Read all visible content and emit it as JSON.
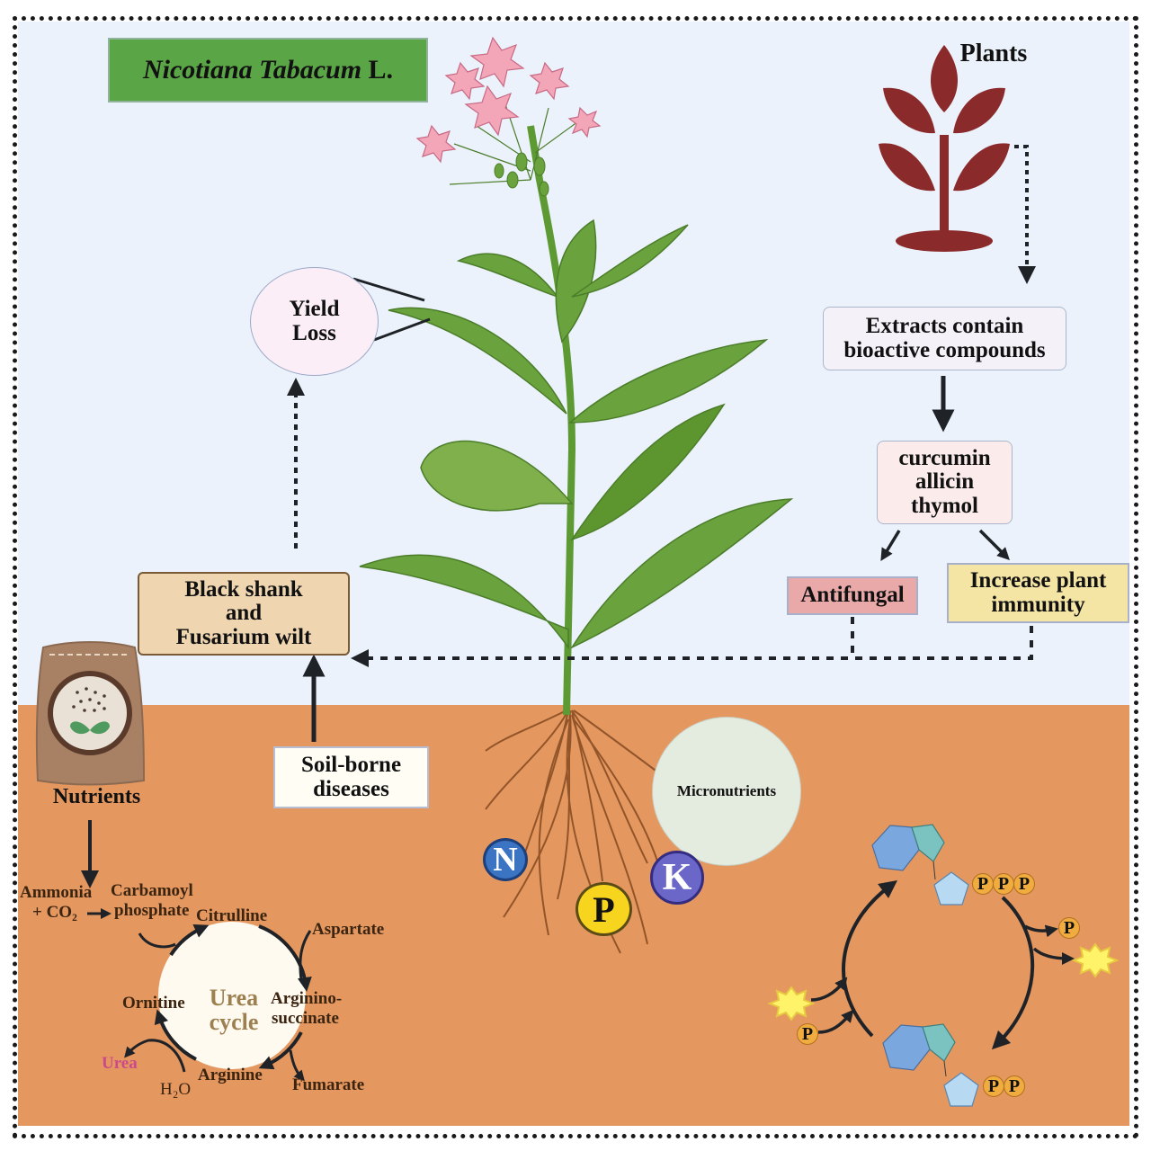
{
  "title": {
    "species_italic": "Nicotiana Tabacum",
    "authority": "L.",
    "background_color": "#5aa646"
  },
  "plants_panel": {
    "heading": "Plants",
    "icon": "plant-sprout-icon",
    "icon_color": "#8b2a2a"
  },
  "flow": {
    "extracts": "Extracts contain bioactive compounds",
    "compounds": [
      "curcumin",
      "allicin",
      "thymol"
    ],
    "outcomes": {
      "antifungal": "Antifungal",
      "immunity": "Increase plant immunity"
    }
  },
  "disease": {
    "yield_loss": "Yield Loss",
    "diseases": [
      "Black shank",
      "and",
      "Fusarium wilt"
    ],
    "soil_borne": "Soil-borne diseases"
  },
  "nutrients": {
    "label": "Nutrients",
    "micronutrients": "Micronutrients",
    "npk": [
      {
        "symbol": "N",
        "color": "#3a74c2"
      },
      {
        "symbol": "P",
        "color": "#f7d51f"
      },
      {
        "symbol": "K",
        "color": "#6a67c9"
      }
    ]
  },
  "urea_cycle": {
    "center": [
      "Urea",
      "cycle"
    ],
    "inputs": {
      "ammonia": "Ammonia",
      "co2": "+ CO₂",
      "carbamoyl": [
        "Carbamoyl",
        "phosphate"
      ],
      "aspartate": "Aspartate",
      "water": "H₂O"
    },
    "intermediates": {
      "citrulline": "Citrulline",
      "argininosuccinate": [
        "Arginino-",
        "succinate"
      ],
      "arginine": "Arginine",
      "ornitine": "Ornitine"
    },
    "outputs": {
      "fumarate": "Fumarate",
      "urea": "Urea"
    }
  },
  "atp_cycle": {
    "phosphate_label": "P",
    "atp_phosphates": 3,
    "adp_phosphates": 2,
    "energy_icon": "energy-burst-icon"
  },
  "colors": {
    "sky": "#ebf2fb",
    "soil": "#e4975f",
    "leaf": "#6aa33d",
    "flower": "#f2a6b7",
    "root": "#8a4d24"
  }
}
